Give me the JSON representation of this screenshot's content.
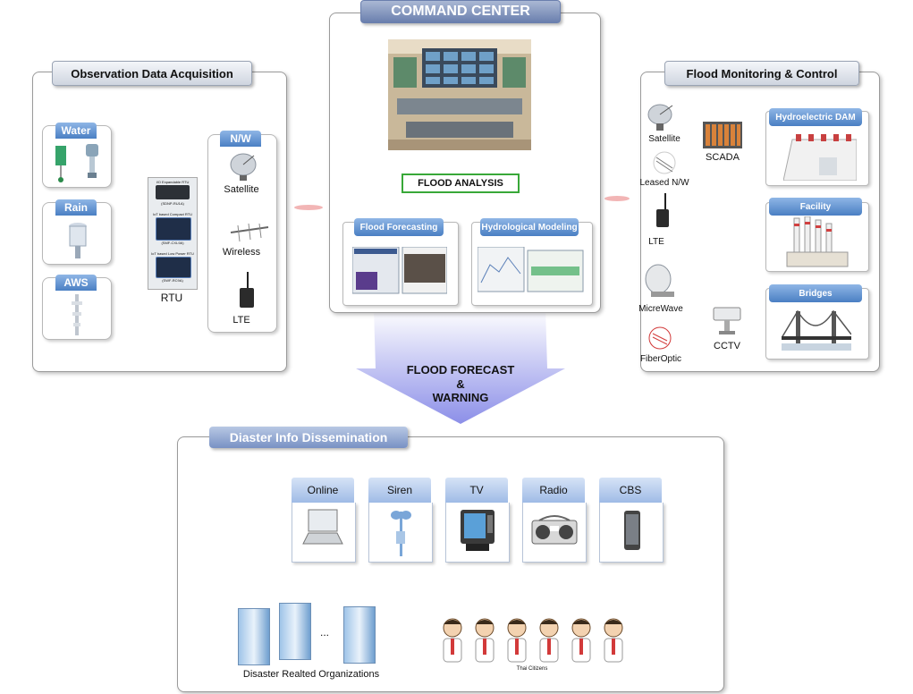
{
  "command_center": {
    "title": "COMMAND CENTER",
    "analysis": "FLOOD ANALYSIS",
    "forecasting": "Flood Forecasting",
    "modeling": "Hydrological Modeling"
  },
  "observation": {
    "title": "Observation Data Acquisition",
    "sensors": [
      "Water",
      "Rain",
      "AWS"
    ],
    "rtu_label": "RTU",
    "rtu_devices": [
      "I/O Expandable RTU",
      "IoT based Compact RTU",
      "IoT based Low Power RTU"
    ],
    "rtu_models": [
      "(SDNP-RU1A)",
      "(SMF-CXL9A)",
      "(SWF-RC9A)"
    ],
    "nw_title": "N/W",
    "nw": [
      "Satellite",
      "Wireless",
      "LTE"
    ]
  },
  "monitoring": {
    "title": "Flood Monitoring & Control",
    "links": [
      "Satellite",
      "Leased N/W",
      "LTE",
      "MicreWave",
      "FiberOptic"
    ],
    "scada": "SCADA",
    "cctv": "CCTV",
    "targets": [
      "Hydroelectric DAM",
      "Facility",
      "Bridges"
    ]
  },
  "warning": {
    "line1": "FLOOD FORECAST",
    "line2": "&",
    "line3": "WARNING"
  },
  "dissemination": {
    "title": "Diaster Info Dissemination",
    "media": [
      "Online",
      "Siren",
      "TV",
      "Radio",
      "CBS"
    ],
    "ellipsis": "...",
    "orgs_label": "Disaster Realted Organizations",
    "citizens_label": "Thai Citizens"
  }
}
